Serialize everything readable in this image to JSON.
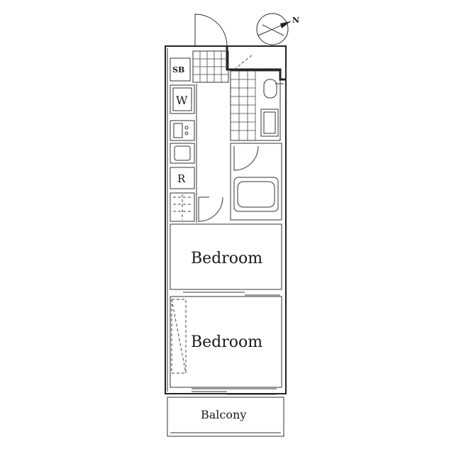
{
  "labels": {
    "shoe_box": "SB",
    "washer": "W",
    "refrigerator": "R",
    "bedroom_1": "Bedroom",
    "bedroom_2": "Bedroom",
    "balcony": "Balcony",
    "north": "N"
  },
  "colors": {
    "wall": "#222222",
    "background": "#ffffff"
  }
}
